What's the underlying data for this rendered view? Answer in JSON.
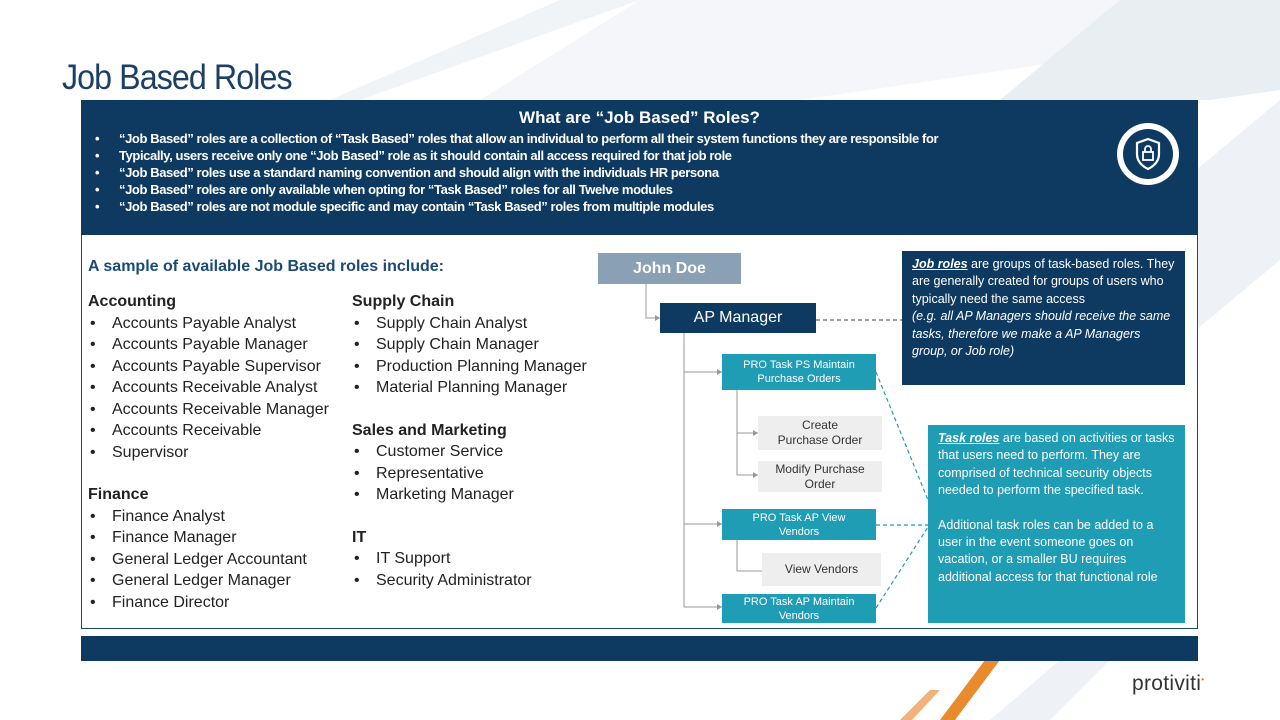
{
  "title": "Job Based Roles",
  "banner": {
    "heading": "What are “Job Based” Roles?",
    "bullets": [
      "“Job Based” roles are a collection of “Task Based” roles that allow an individual to perform all their system functions they are responsible for",
      "Typically, users receive only one “Job Based” role as it should contain all access required for that job role",
      "“Job Based” roles use a standard naming convention and should align with the individuals HR persona",
      "“Job Based” roles are only available when opting for “Task Based” roles for all Twelve modules",
      "“Job Based” roles are not module specific and may contain “Task Based” roles from multiple modules"
    ],
    "icon": "shield-lock-icon"
  },
  "sample": {
    "heading": "A sample of available Job Based roles include:",
    "left": [
      {
        "section": "Accounting",
        "items": [
          "Accounts Payable Analyst",
          "Accounts Payable Manager",
          "Accounts Payable Supervisor",
          "Accounts Receivable  Analyst",
          "Accounts Receivable  Manager",
          "Accounts Receivable",
          "Supervisor"
        ]
      },
      {
        "section": "Finance",
        "items": [
          "Finance Analyst",
          "Finance Manager",
          "General Ledger Accountant",
          "General Ledger Manager",
          "Finance Director"
        ]
      }
    ],
    "right": [
      {
        "section": "Supply Chain",
        "items": [
          "Supply Chain Analyst",
          "Supply Chain Manager",
          "Production Planning Manager",
          "Material Planning Manager"
        ]
      },
      {
        "section": "Sales and Marketing",
        "items": [
          "Customer Service",
          "Representative",
          "Marketing Manager"
        ]
      },
      {
        "section": "IT",
        "items": [
          "IT Support",
          "Security Administrator"
        ]
      }
    ]
  },
  "diagram": {
    "user": "John Doe",
    "job": "AP Manager",
    "tasks": [
      {
        "label1": "PRO Task PS Maintain",
        "label2": "Purchase Orders"
      },
      {
        "label1": "PRO Task AP View",
        "label2": "Vendors"
      },
      {
        "label1": "PRO Task AP Maintain",
        "label2": "Vendors"
      }
    ],
    "subs": [
      {
        "label1": "Create",
        "label2": "Purchase Order"
      },
      {
        "label1": "Modify Purchase",
        "label2": "Order"
      },
      {
        "label1": "View Vendors",
        "label2": ""
      }
    ]
  },
  "notes": {
    "job": {
      "heading": "Job roles",
      "text": " are groups of task-based roles. They are generally created for groups of users who typically need the same access",
      "italic": "(e.g. all AP Managers should receive the same tasks, therefore we make a AP Managers group, or Job role)"
    },
    "task": {
      "heading": "Task roles",
      "text": " are based on activities or tasks that users need to perform. They are comprised of technical security objects needed to perform the specified task.",
      "text2": "Additional task roles can be added to a user in the event someone goes on vacation, or a smaller BU requires additional access for that functional role"
    }
  },
  "logo": "protiviti",
  "colors": {
    "navy": "#0e3a61",
    "teal": "#1f9db5",
    "orange": "#e98a2c"
  }
}
